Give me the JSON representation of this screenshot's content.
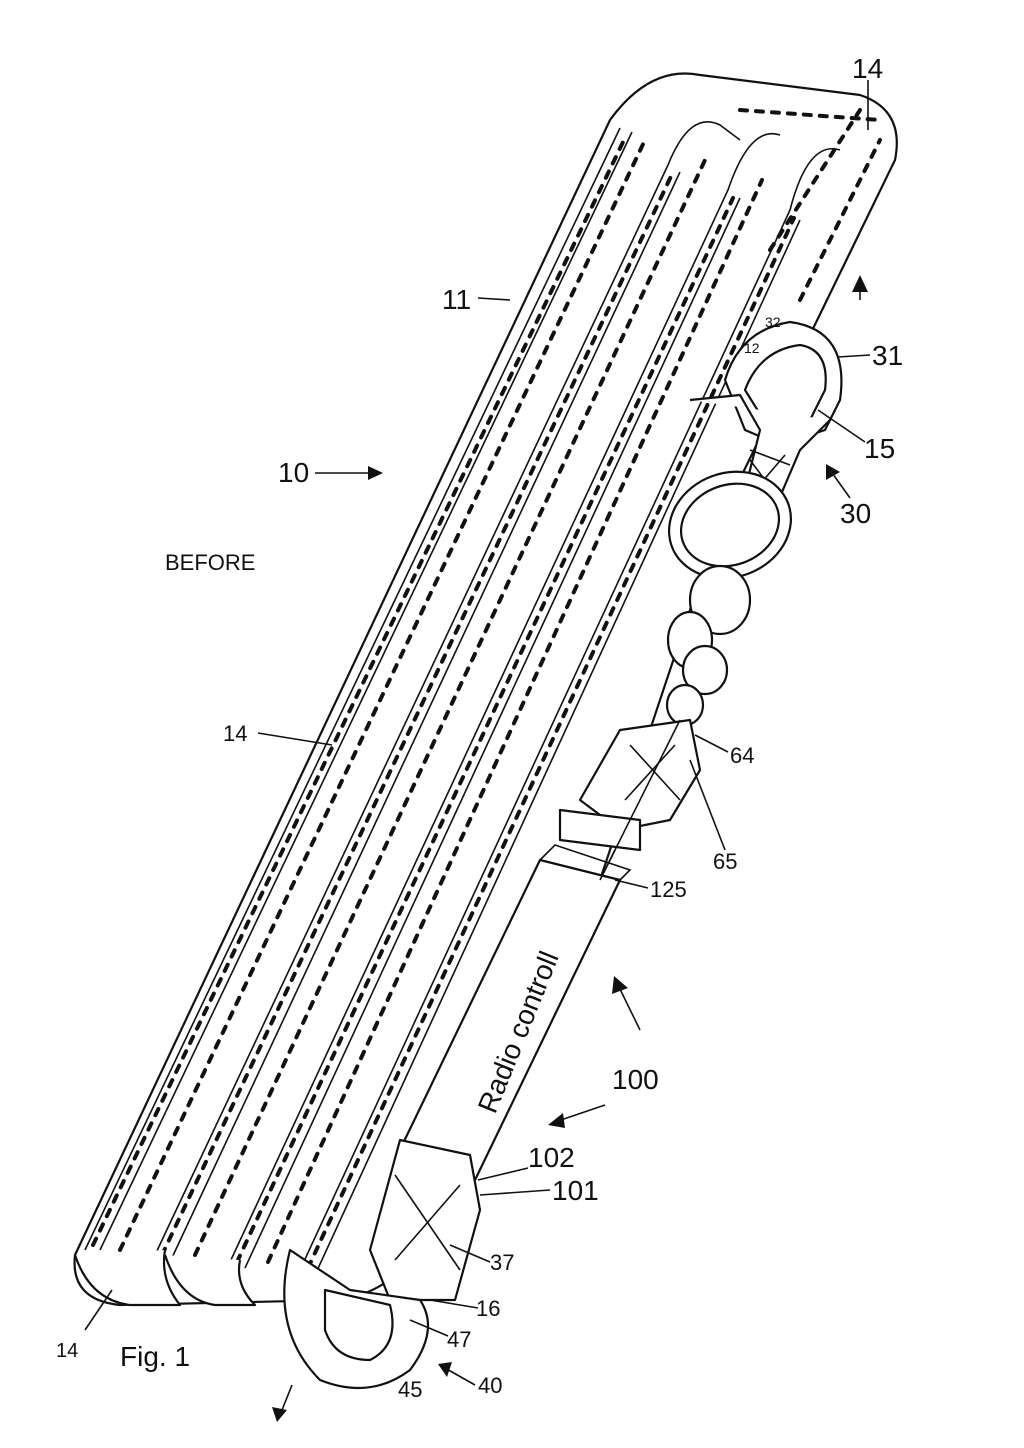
{
  "figure": {
    "caption": "Fig. 1",
    "state_label": "BEFORE",
    "device_label": "Radio controll"
  },
  "reference_numerals": {
    "r14_top": "14",
    "r11": "11",
    "r32": "32",
    "r12": "12",
    "r31": "31",
    "r15": "15",
    "r10": "10",
    "r30": "30",
    "r14_left": "14",
    "r64": "64",
    "r65": "65",
    "r125": "125",
    "r100": "100",
    "r102": "102",
    "r101": "101",
    "r37": "37",
    "r16": "16",
    "r47": "47",
    "r14_bottom": "14",
    "r45": "45",
    "r40": "40"
  }
}
